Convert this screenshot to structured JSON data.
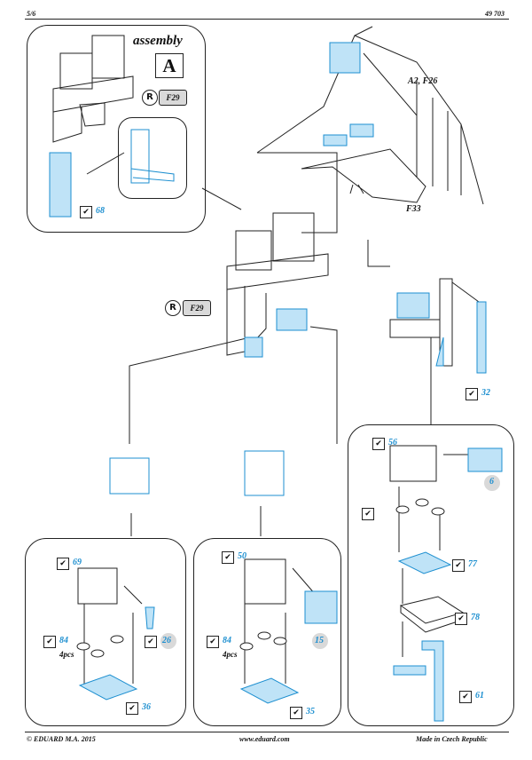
{
  "header": {
    "page": "5/6",
    "code": "49 703"
  },
  "assembly": {
    "title": "assembly",
    "letter": "A"
  },
  "refs": {
    "remove": "R",
    "f29": "F29",
    "a2f26": "A2, F26",
    "f33": "F33"
  },
  "parts": {
    "p68": "68",
    "p32": "32",
    "p56": "56",
    "p6": "6",
    "p77": "77",
    "p78": "78",
    "p61": "61",
    "p69": "69",
    "p84a": "84",
    "p26": "26",
    "p36": "36",
    "p50": "50",
    "p84b": "84",
    "p15": "15",
    "p35": "35"
  },
  "qty": {
    "four_a": "4pcs",
    "four_b": "4pcs"
  },
  "footer": {
    "copyright": "© EDUARD  M.A. 2015",
    "url": "www.eduard.com",
    "origin": "Made in Czech Republic"
  },
  "colors": {
    "accent": "#1d8fd0",
    "part_fill": "#bfe3f7",
    "line": "#222222"
  }
}
